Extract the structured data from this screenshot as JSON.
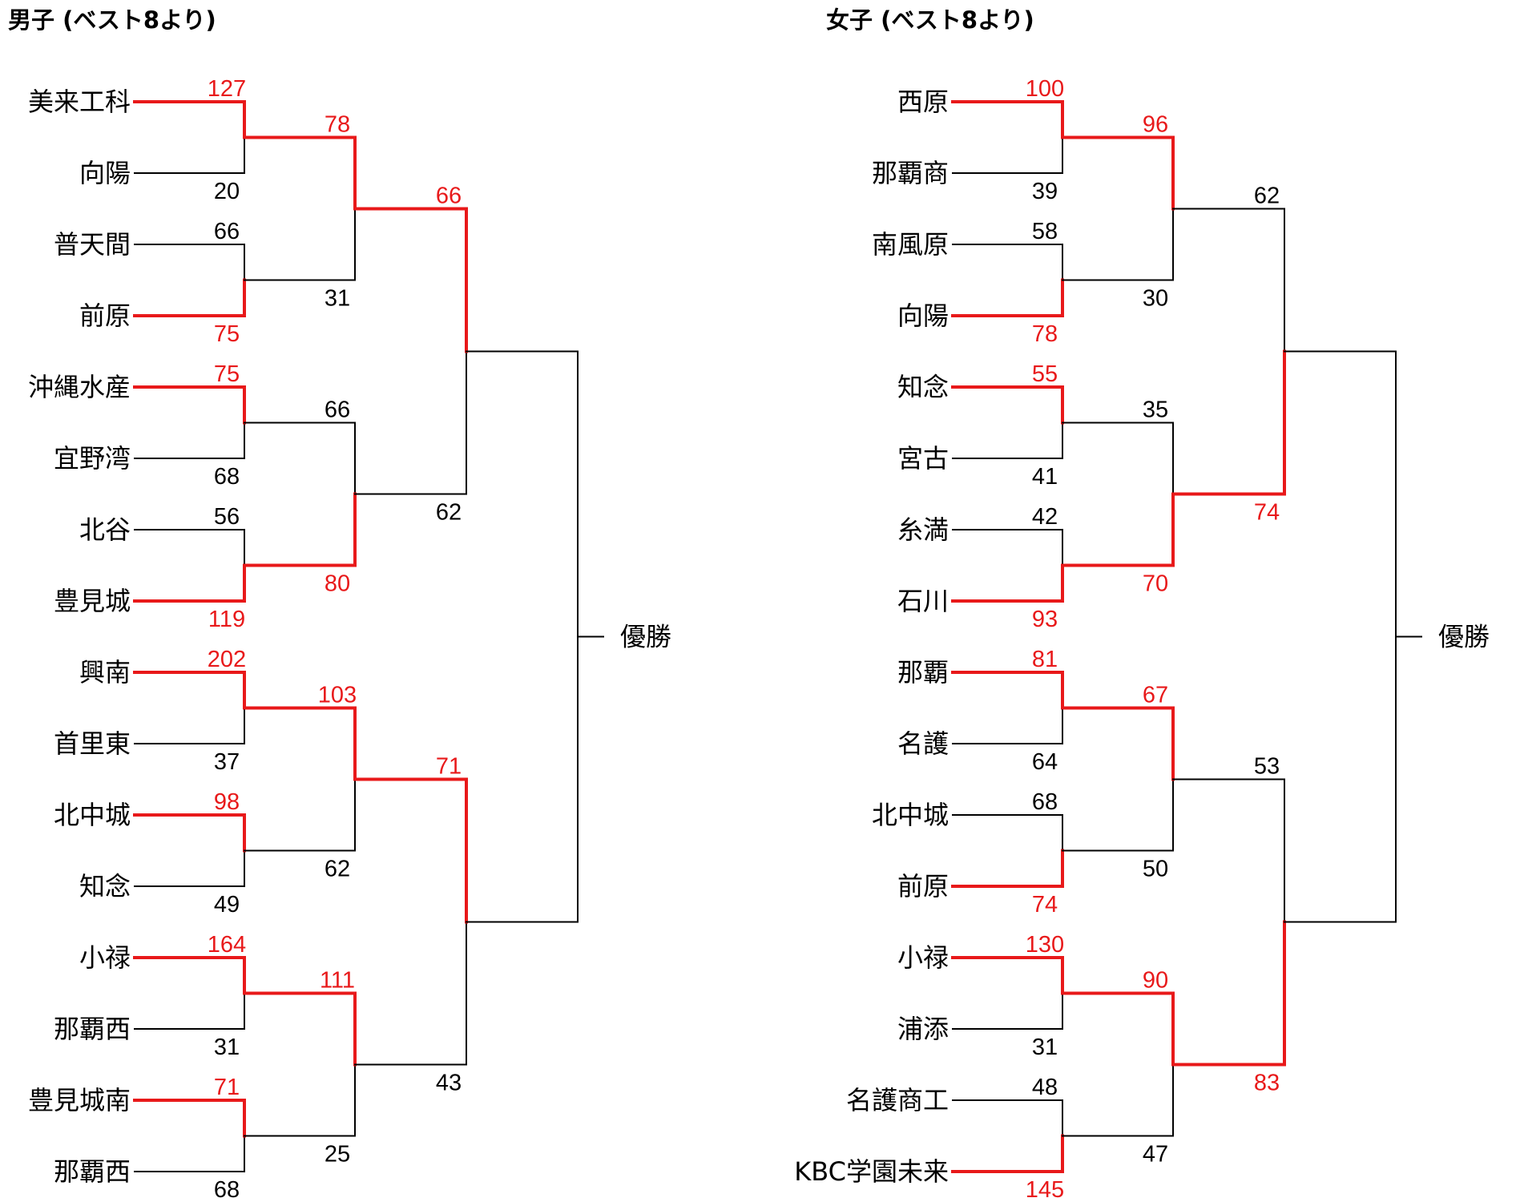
{
  "champion_label": "優勝",
  "colors": {
    "winner": "#e8191a",
    "loser": "#000000"
  },
  "brackets": [
    {
      "title": "男子 (ベスト8より)",
      "teams": [
        "美来工科",
        "向陽",
        "普天間",
        "前原",
        "沖縄水産",
        "宜野湾",
        "北谷",
        "豊見城",
        "興南",
        "首里東",
        "北中城",
        "知念",
        "小禄",
        "那覇西",
        "豊見城南",
        "那覇西"
      ],
      "round1": [
        {
          "top": "127",
          "bottom": "20",
          "winner": "top"
        },
        {
          "top": "66",
          "bottom": "75",
          "winner": "bottom"
        },
        {
          "top": "75",
          "bottom": "68",
          "winner": "top"
        },
        {
          "top": "56",
          "bottom": "119",
          "winner": "bottom"
        },
        {
          "top": "202",
          "bottom": "37",
          "winner": "top"
        },
        {
          "top": "98",
          "bottom": "49",
          "winner": "top"
        },
        {
          "top": "164",
          "bottom": "31",
          "winner": "top"
        },
        {
          "top": "71",
          "bottom": "68",
          "winner": "top"
        }
      ],
      "round2": [
        {
          "top": "78",
          "bottom": "31",
          "winner": "top"
        },
        {
          "top": "66",
          "bottom": "80",
          "winner": "bottom"
        },
        {
          "top": "103",
          "bottom": "62",
          "winner": "top"
        },
        {
          "top": "111",
          "bottom": "25",
          "winner": "top"
        }
      ],
      "round3": [
        {
          "top": "66",
          "bottom": "62",
          "winner": "top"
        },
        {
          "top": "71",
          "bottom": "43",
          "winner": "top"
        }
      ],
      "final": {
        "winner": "none"
      }
    },
    {
      "title": "女子 (ベスト8より)",
      "teams": [
        "西原",
        "那覇商",
        "南風原",
        "向陽",
        "知念",
        "宮古",
        "糸満",
        "石川",
        "那覇",
        "名護",
        "北中城",
        "前原",
        "小禄",
        "浦添",
        "名護商工",
        "KBC学園未来"
      ],
      "round1": [
        {
          "top": "100",
          "bottom": "39",
          "winner": "top"
        },
        {
          "top": "58",
          "bottom": "78",
          "winner": "bottom"
        },
        {
          "top": "55",
          "bottom": "41",
          "winner": "top"
        },
        {
          "top": "42",
          "bottom": "93",
          "winner": "bottom"
        },
        {
          "top": "81",
          "bottom": "64",
          "winner": "top"
        },
        {
          "top": "68",
          "bottom": "74",
          "winner": "bottom"
        },
        {
          "top": "130",
          "bottom": "31",
          "winner": "top"
        },
        {
          "top": "48",
          "bottom": "145",
          "winner": "bottom"
        }
      ],
      "round2": [
        {
          "top": "96",
          "bottom": "30",
          "winner": "top"
        },
        {
          "top": "35",
          "bottom": "70",
          "winner": "bottom"
        },
        {
          "top": "67",
          "bottom": "50",
          "winner": "top"
        },
        {
          "top": "90",
          "bottom": "47",
          "winner": "top"
        }
      ],
      "round3": [
        {
          "top": "62",
          "bottom": "74",
          "winner": "bottom"
        },
        {
          "top": "53",
          "bottom": "83",
          "winner": "bottom"
        }
      ],
      "final": {
        "winner": "none"
      }
    }
  ]
}
